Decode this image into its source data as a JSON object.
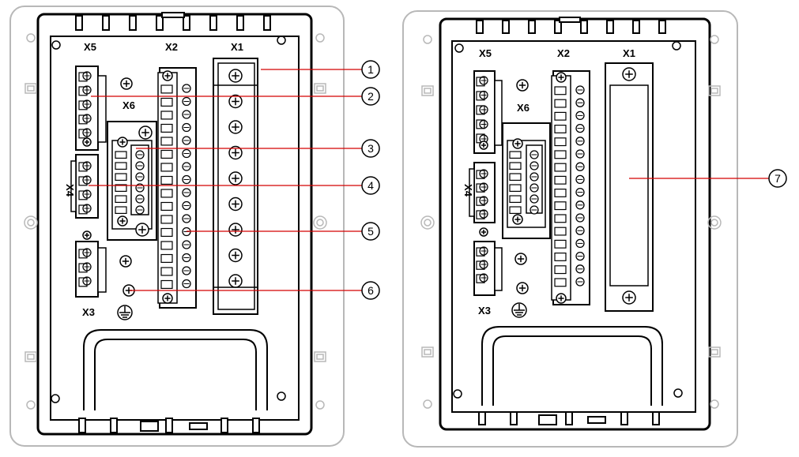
{
  "colors": {
    "line": "#000000",
    "outer_frame": "#b8b8b8",
    "leader": "#d40000",
    "label_fill": "#ffffff"
  },
  "left_view": {
    "connectors": {
      "x5": "X5",
      "x2": "X2",
      "x1": "X1",
      "x6": "X6",
      "x4": "X4",
      "x3": "X3"
    }
  },
  "right_view": {
    "connectors": {
      "x5": "X5",
      "x2": "X2",
      "x1": "X1",
      "x6": "X6",
      "x4": "X4",
      "x3": "X3"
    }
  },
  "callouts": [
    {
      "number": "1",
      "target": "X1 terminal block"
    },
    {
      "number": "2",
      "target": "X5 terminal block"
    },
    {
      "number": "3",
      "target": "X6 terminal block"
    },
    {
      "number": "4",
      "target": "X4 terminal block"
    },
    {
      "number": "5",
      "target": "X2 terminal block"
    },
    {
      "number": "6",
      "target": "X3 / ground"
    },
    {
      "number": "7",
      "target": "X1 cover"
    }
  ],
  "icons": [
    "ground-symbol-icon",
    "screw-icon",
    "mounting-hole-icon",
    "mounting-clip-icon"
  ]
}
